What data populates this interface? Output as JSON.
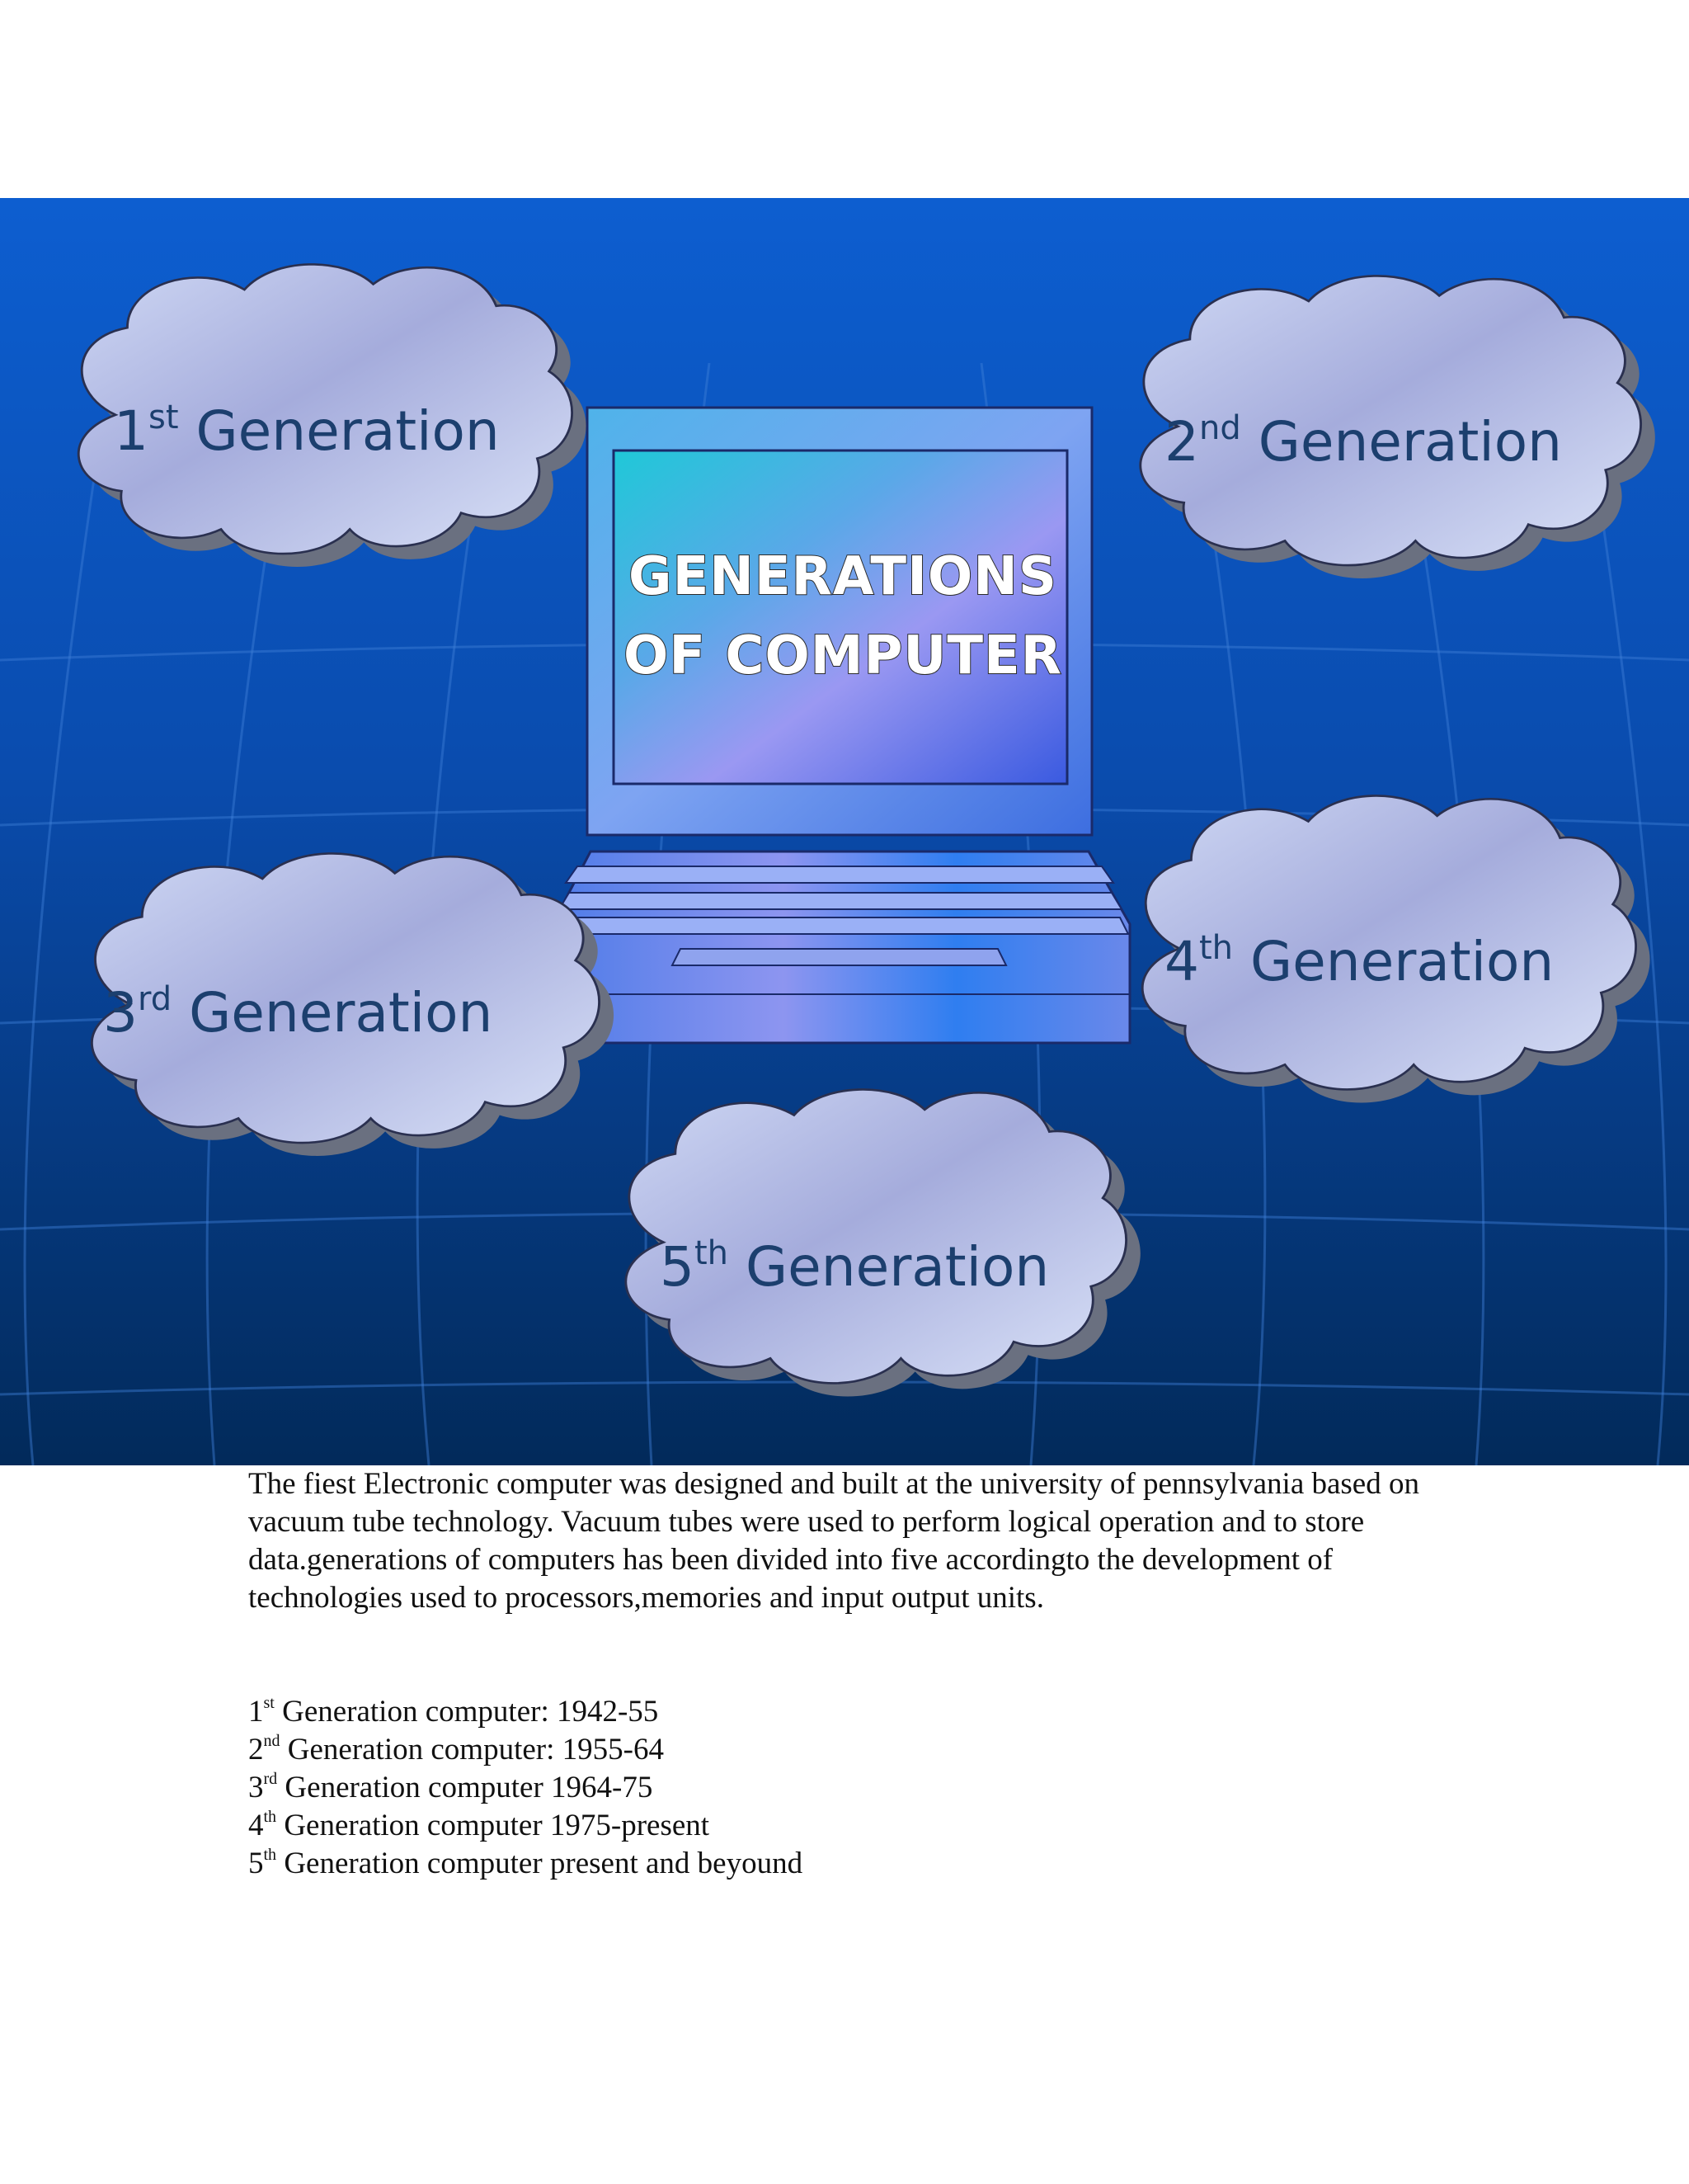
{
  "slide": {
    "screen_title_line1": "GENERATIONS",
    "screen_title_line2": "OF COMPUTER",
    "clouds": [
      {
        "num": "1",
        "sup": "st",
        "label": " Generation"
      },
      {
        "num": "2",
        "sup": "nd",
        "label": " Generation"
      },
      {
        "num": "3",
        "sup": "rd",
        "label": " Generation"
      },
      {
        "num": "4",
        "sup": "th",
        "label": " Generation"
      },
      {
        "num": "5",
        "sup": "th",
        "label": " Generation"
      }
    ]
  },
  "paragraph": "The fiest Electronic computer was designed and built at the university of pennsylvania based on vacuum tube technology. Vacuum tubes were used to perform logical operation and to store data.generations of computers has been divided into five accordingto the development of technologies used to processors,memories and input output units.",
  "generations": [
    {
      "num": "1",
      "sup": "st",
      "text": " Generation computer: 1942-55"
    },
    {
      "num": "2",
      "sup": "nd",
      "text": " Generation computer: 1955-64"
    },
    {
      "num": "3",
      "sup": "rd",
      "text": " Generation computer 1964-75"
    },
    {
      "num": "4",
      "sup": "th",
      "text": " Generation computer 1975-present"
    },
    {
      "num": "5",
      "sup": "th",
      "text": " Generation computer present and beyound"
    }
  ],
  "colors": {
    "slide_bg_top": "#0d5ed0",
    "slide_bg_bottom": "#022a5a",
    "cloud_fill": "#d2dcf4",
    "cloud_text": "#1c3f6e"
  }
}
